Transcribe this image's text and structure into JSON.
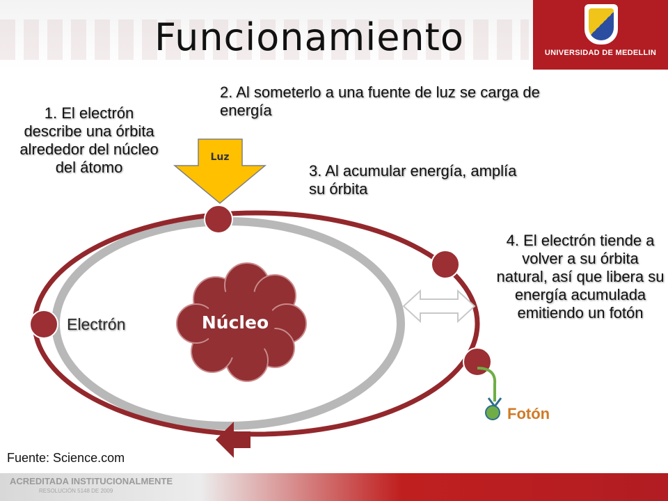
{
  "slide": {
    "title": "Funcionamiento",
    "logo_text": "UNIVERSIDAD DE MEDELLIN",
    "footer_text": "ACREDITADA INSTITUCIONALMENTE",
    "footer_subtext": "RESOLUCIÓN 5148 DE 2009",
    "source": "Fuente: Science.com"
  },
  "diagram": {
    "step1": "1. El electrón describe una órbita alrededor del núcleo del átomo",
    "step2": "2. Al someterlo a una fuente de luz se carga de energía",
    "step3": "3. Al acumular energía, amplía su órbita",
    "step4": "4. El electrón tiende a volver a su órbita natural, así que libera su energía acumulada emitiendo un fotón",
    "luz_label": "Luz",
    "nucleus_label": "Núcleo",
    "electron_label": "Electrón",
    "photon_label": "Fotón"
  },
  "colors": {
    "orbit": "#93282c",
    "inner_orbit": "#b8b8b8",
    "electron": "#9b2f33",
    "nucleus": "#923033",
    "light_arrow": "#ffc000",
    "photon": "#70ad47",
    "photon_path": "#2e6e8e",
    "brand_red": "#b11d23"
  },
  "icons": {
    "light_source": "down-arrow-icon",
    "energy_exchange": "double-arrow-icon",
    "orbit_direction": "left-arrow-icon",
    "emission": "curved-arrow-icon"
  }
}
